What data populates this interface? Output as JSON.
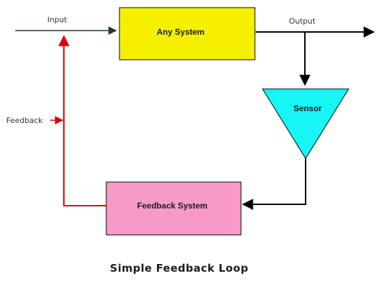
{
  "diagram": {
    "caption": "Simple Feedback Loop",
    "blocks": {
      "any_system": {
        "label": "Any System",
        "fill": "#f5f000"
      },
      "sensor": {
        "label": "Sensor",
        "fill": "#17f5f5"
      },
      "feedback_system": {
        "label": "Feedback System",
        "fill": "#f79ac7"
      }
    },
    "labels": {
      "input": "Input",
      "output": "Output",
      "feedback": "Feedback"
    },
    "colors": {
      "forward_path": "#1a3d1a",
      "sensor_path": "#000000",
      "feedback_path": "#e00000"
    }
  }
}
